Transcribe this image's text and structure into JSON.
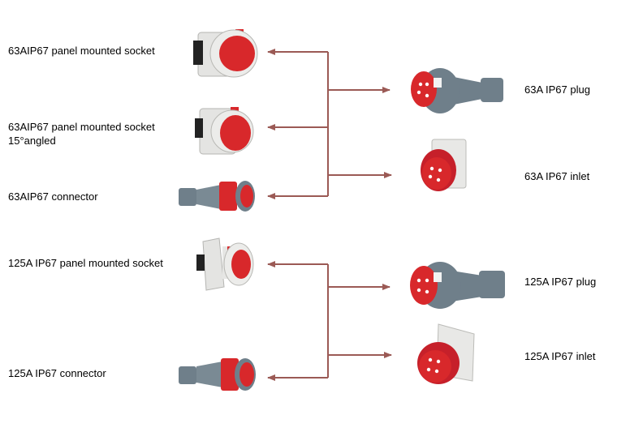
{
  "colors": {
    "arrow": "#9b5a55",
    "red": "#d8282b",
    "grey": "#6f7f8a",
    "white_body": "#e6e6e4"
  },
  "groups": [
    {
      "name": "63A",
      "left_items": [
        {
          "label_line1": "63AIP67 panel mounted socket",
          "label_line2": "",
          "icon": "panel-socket-icon"
        },
        {
          "label_line1": "63AIP67 panel mounted socket",
          "label_line2": "15°angled",
          "icon": "angled-panel-socket-icon"
        },
        {
          "label_line1": "63AIP67 connector",
          "label_line2": "",
          "icon": "connector-icon"
        }
      ],
      "right_items": [
        {
          "label": "63A IP67 plug",
          "icon": "plug-icon"
        },
        {
          "label": "63A IP67 inlet",
          "icon": "inlet-icon"
        }
      ]
    },
    {
      "name": "125A",
      "left_items": [
        {
          "label_line1": "125A IP67 panel mounted socket",
          "label_line2": "",
          "icon": "panel-socket-icon"
        },
        {
          "label_line1": "125A IP67 connector",
          "label_line2": "",
          "icon": "connector-icon"
        }
      ],
      "right_items": [
        {
          "label": "125A IP67 plug",
          "icon": "plug-icon"
        },
        {
          "label": "125A IP67 inlet",
          "icon": "inlet-icon"
        }
      ]
    }
  ]
}
